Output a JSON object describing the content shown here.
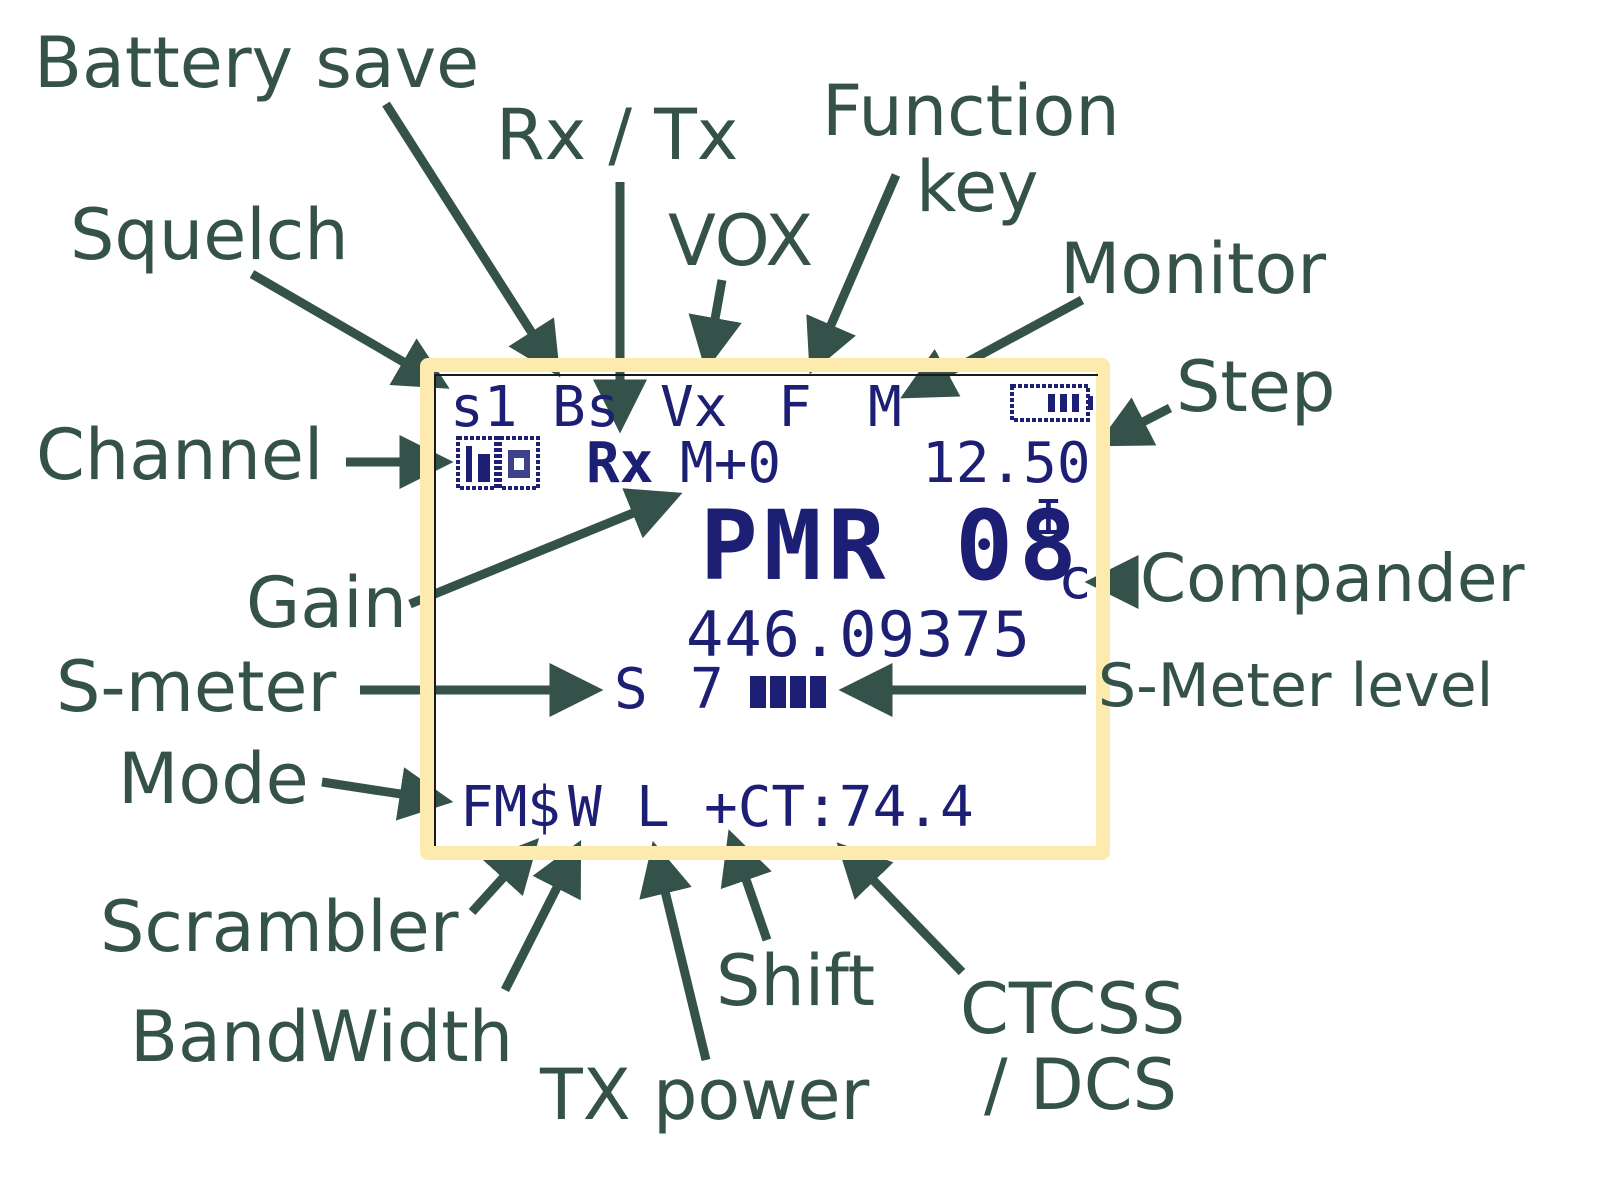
{
  "callouts": {
    "battery_save": "Battery save",
    "rx_tx": "Rx / Tx",
    "function_key_line1": "Function",
    "function_key_line2": "key",
    "squelch": "Squelch",
    "vox": "VOX",
    "monitor": "Monitor",
    "step": "Step",
    "channel": "Channel",
    "gain": "Gain",
    "compander": "Compander",
    "s_meter": "S-meter",
    "s_meter_level": "S-Meter level",
    "mode": "Mode",
    "scrambler": "Scrambler",
    "bandwidth": "BandWidth",
    "tx_power": "TX power",
    "shift": "Shift",
    "ctcss_line1": "CTCSS",
    "ctcss_line2": "/ DCS"
  },
  "lcd": {
    "squelch": "s1",
    "battery_save": "Bs",
    "vox": "Vx",
    "function": "F",
    "monitor": "M",
    "rx": "Rx",
    "gain": "M+0",
    "step": "12.50",
    "name": "PMR 08",
    "indicator_i": "I",
    "compander": "c",
    "frequency": "446.09375",
    "s_label": "S",
    "s_value": "7",
    "mode": "FM",
    "scrambler": "$",
    "bandwidth": "W",
    "power": "L",
    "ctcss": "+CT:74.4"
  },
  "colors": {
    "callout_text": "#34524a",
    "arrow": "#34524a",
    "lcd_text": "#1c1f74",
    "frame": "#fdeaaf"
  },
  "icons": {
    "channel": "channel-number-icon",
    "battery": "battery-icon",
    "smeter": "signal-bars-icon"
  }
}
